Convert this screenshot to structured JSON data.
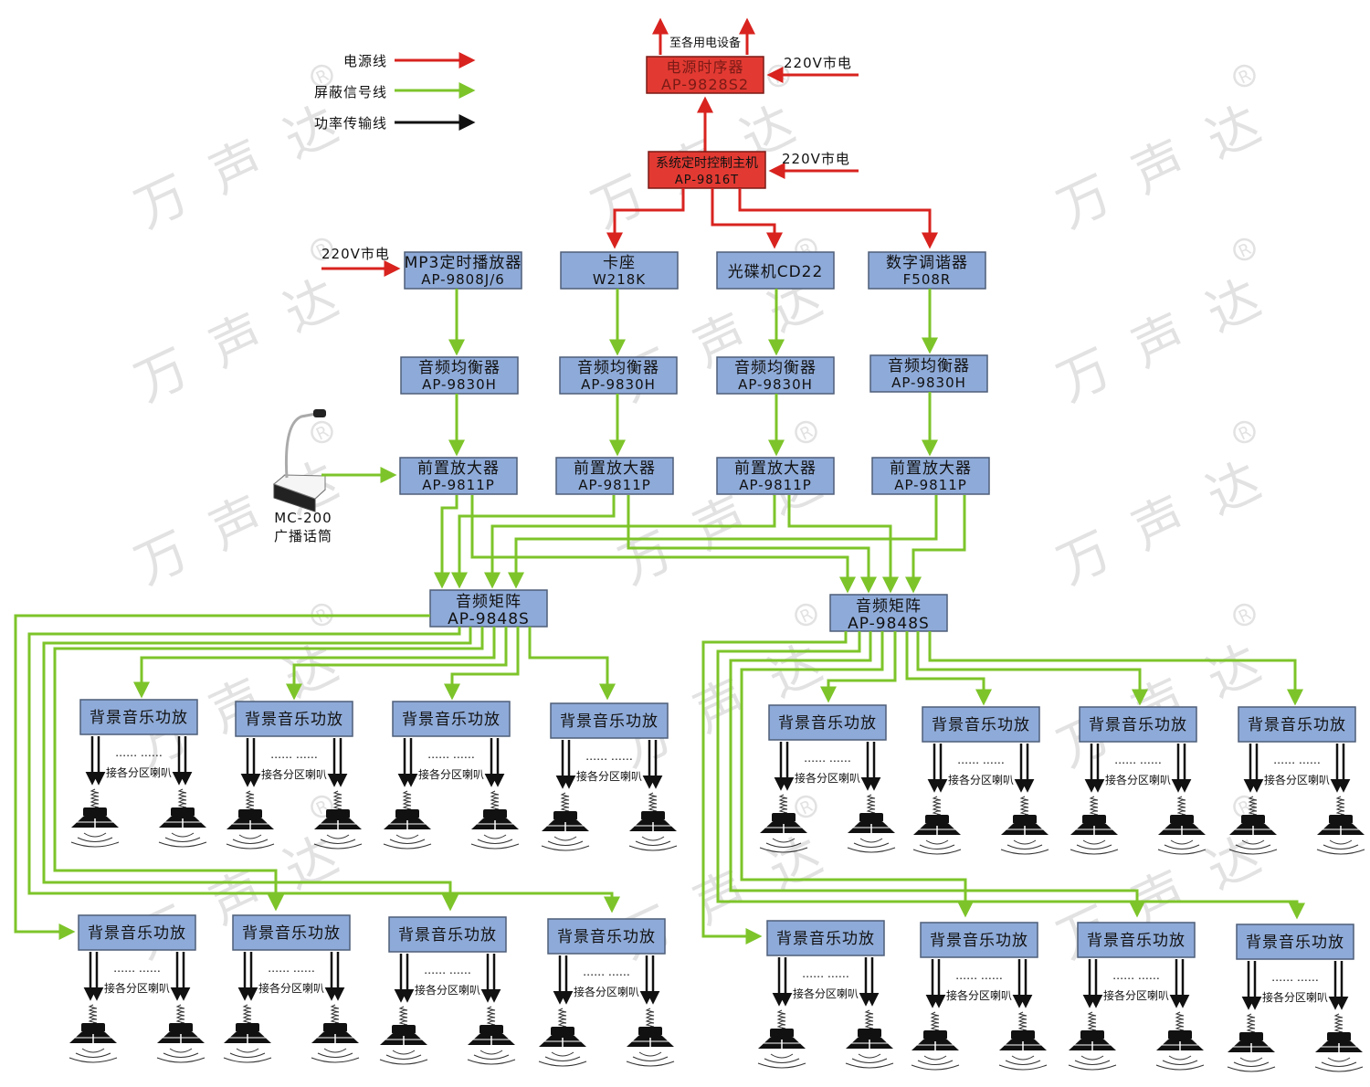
{
  "legend": {
    "items": [
      {
        "label": "电源线",
        "color": "#d8231f"
      },
      {
        "label": "屏蔽信号线",
        "color": "#7dc42a"
      },
      {
        "label": "功率传输线",
        "color": "#111111"
      }
    ]
  },
  "watermark": {
    "text": [
      "万",
      "声",
      "达"
    ],
    "registered": "R"
  },
  "power": {
    "sequencer": {
      "name": "电源时序器",
      "model": "AP-9828S2"
    },
    "controller": {
      "name": "系统定时控制主机",
      "model": "AP-9816T"
    },
    "to_devices_label": "至各用电设备",
    "mains_label": "220V市电"
  },
  "sources": [
    {
      "name": "MP3定时播放器",
      "model": "AP-9808J/6",
      "mains_label": "220V市电"
    },
    {
      "name": "卡座",
      "model": "W218K"
    },
    {
      "name": "光碟机CD22",
      "model": ""
    },
    {
      "name": "数字调谐器",
      "model": "F508R"
    }
  ],
  "equalizers": [
    {
      "name": "音频均衡器",
      "model": "AP-9830H"
    },
    {
      "name": "音频均衡器",
      "model": "AP-9830H"
    },
    {
      "name": "音频均衡器",
      "model": "AP-9830H"
    },
    {
      "name": "音频均衡器",
      "model": "AP-9830H"
    }
  ],
  "preamps": [
    {
      "name": "前置放大器",
      "model": "AP-9811P"
    },
    {
      "name": "前置放大器",
      "model": "AP-9811P"
    },
    {
      "name": "前置放大器",
      "model": "AP-9811P"
    },
    {
      "name": "前置放大器",
      "model": "AP-9811P"
    }
  ],
  "microphone": {
    "model": "MC-200",
    "name": "广播话筒"
  },
  "matrices": [
    {
      "name": "音频矩阵",
      "model": "AP-9848S"
    },
    {
      "name": "音频矩阵",
      "model": "AP-9848S"
    }
  ],
  "amplifier": {
    "name": "背景音乐功放",
    "dots": "…… ……",
    "speaker_label": "接各分区喇叭",
    "count": 16
  }
}
